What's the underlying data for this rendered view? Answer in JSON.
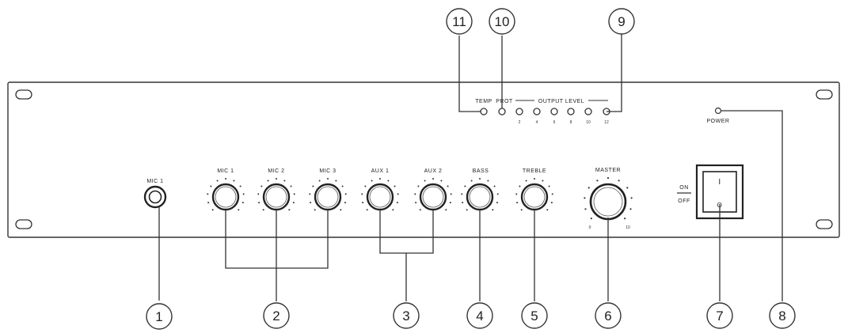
{
  "labels": {
    "mic_jack": "MIC 1",
    "knobs": [
      "MIC 1",
      "MIC 2",
      "MIC 3",
      "AUX 1",
      "AUX 2",
      "BASS",
      "TREBLE"
    ],
    "master": "MASTER",
    "temp": "TEMP",
    "prot": "PROT",
    "output_level": "OUTPUT LEVEL",
    "power": "POWER",
    "on": "ON",
    "off": "OFF",
    "switch_on_symbol": "I",
    "switch_off_symbol": "O"
  },
  "output_level_ticks": [
    "2",
    "4",
    "6",
    "8",
    "10",
    "12"
  ],
  "master_ticks": {
    "min": "0",
    "max": "10"
  },
  "callouts": [
    "1",
    "2",
    "3",
    "4",
    "5",
    "6",
    "7",
    "8",
    "9",
    "10",
    "11"
  ]
}
